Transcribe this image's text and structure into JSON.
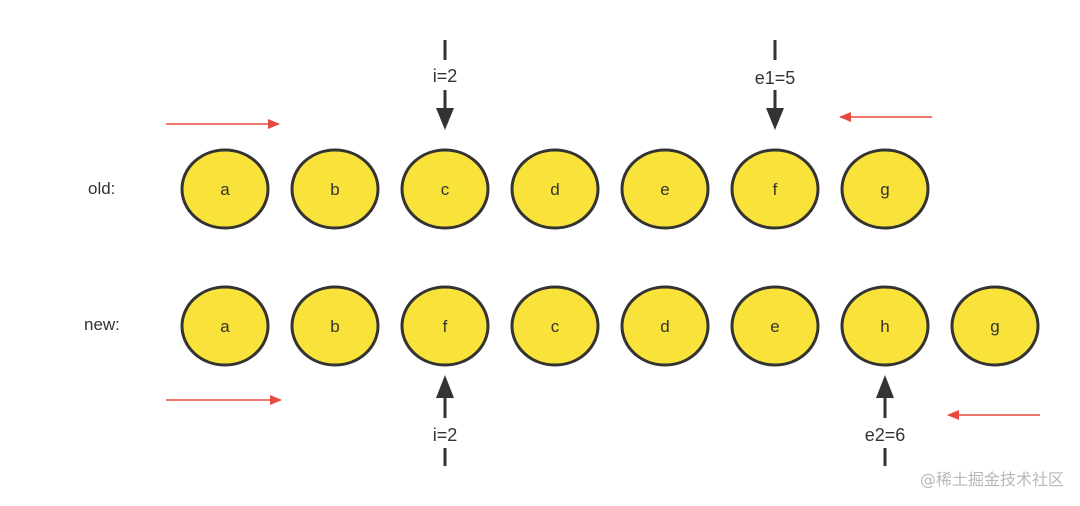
{
  "rows": [
    {
      "label": "old:",
      "nodes": [
        "a",
        "b",
        "c",
        "d",
        "e",
        "f",
        "g"
      ]
    },
    {
      "label": "new:",
      "nodes": [
        "a",
        "b",
        "f",
        "c",
        "d",
        "e",
        "h",
        "g"
      ]
    }
  ],
  "pointers": [
    {
      "label": "i=2"
    },
    {
      "label": "e1=5"
    },
    {
      "label": "i=2"
    },
    {
      "label": "e2=6"
    }
  ],
  "colors": {
    "node_fill": "#f9e33a",
    "node_stroke": "#333333",
    "pointer_arrow": "#333333",
    "direction_arrow": "#e84a3f"
  },
  "watermark": "@稀土掘金技术社区"
}
